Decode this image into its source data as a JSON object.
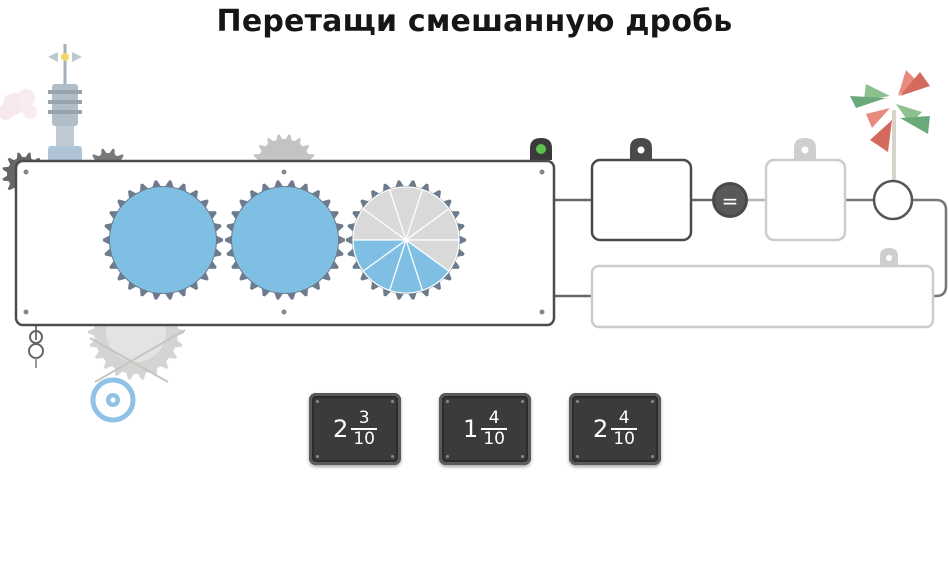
{
  "title": "Перетащи смешанную дробь",
  "equals_symbol": "=",
  "colors": {
    "gear_fill": "#7fbfe3",
    "gear_teeth": "#6c7c8c",
    "unfilled_sector": "#d9d9d9",
    "frame_stroke": "#555555",
    "card_bg": "#3b3b3b",
    "indicator": "#5ec24f",
    "flag_green": "#6aaa7a",
    "flag_red": "#d46a5e"
  },
  "gears": [
    {
      "filled_parts": 10,
      "total_parts": 10
    },
    {
      "filled_parts": 10,
      "total_parts": 10
    },
    {
      "filled_parts": 4,
      "total_parts": 10
    }
  ],
  "cards": [
    {
      "whole": "2",
      "numerator": "3",
      "denominator": "10"
    },
    {
      "whole": "1",
      "numerator": "4",
      "denominator": "10"
    },
    {
      "whole": "2",
      "numerator": "4",
      "denominator": "10"
    }
  ],
  "icons": [
    "weathervane-icon",
    "pinwheel-icon",
    "gear-icon",
    "pulley-icon"
  ]
}
